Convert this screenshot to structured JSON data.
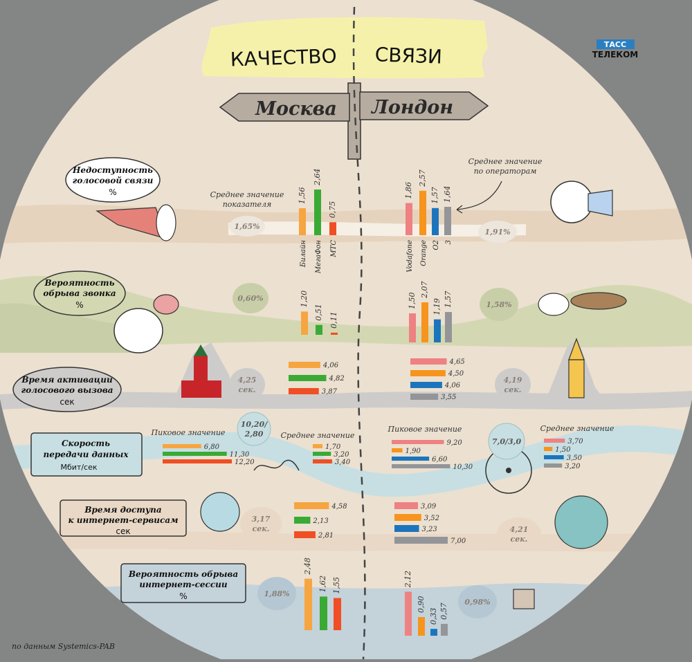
{
  "title_left": "КАЧЕСТВО",
  "title_right": "СВЯЗИ",
  "logo_top": "ТАСС",
  "logo_bottom": "ТЕЛЕКОМ",
  "sign_left": "Москва",
  "sign_right": "Лондон",
  "source_note": "по данным Systemics-PAB",
  "colors": {
    "bg": "#848585",
    "disc": "#ece0d0",
    "beeline": "#f7a540",
    "megafon": "#3aaa35",
    "mts": "#f04e24",
    "vodafone": "#ee8182",
    "orange": "#f7941d",
    "o2": "#1c75bc",
    "three": "#939598",
    "value_text": "#c7b9a9"
  },
  "chart_data": [
    {
      "type": "bar",
      "title": "Недоступность голосовой связи",
      "unit": "%",
      "moscow": {
        "categories": [
          "Билайн",
          "МегаФон",
          "МТС"
        ],
        "values": [
          1.56,
          2.64,
          0.75
        ],
        "labels": [
          "1,56",
          "2,64",
          "0,75"
        ],
        "average": "1,65%"
      },
      "london": {
        "categories": [
          "Vodafone",
          "Orange",
          "O2",
          "3"
        ],
        "values": [
          1.86,
          2.57,
          1.57,
          1.64
        ],
        "labels": [
          "1,86",
          "2,57",
          "1,57",
          "1,64"
        ],
        "average": "1,91%"
      },
      "annotations": [
        "Среднее значение показателя",
        "Среднее значение по операторам"
      ]
    },
    {
      "type": "bar",
      "title": "Вероятность обрыва звонка",
      "unit": "%",
      "moscow": {
        "values": [
          1.2,
          0.51,
          0.11
        ],
        "labels": [
          "1,20",
          "0,51",
          "0,11"
        ],
        "average": "0,60%"
      },
      "london": {
        "values": [
          1.5,
          2.07,
          1.19,
          1.57
        ],
        "labels": [
          "1,50",
          "2,07",
          "1,19",
          "1,57"
        ],
        "average": "1,58%"
      }
    },
    {
      "type": "bar",
      "title": "Время активации голосового вызова",
      "unit": "сек",
      "moscow": {
        "values": [
          4.06,
          4.82,
          3.87
        ],
        "labels": [
          "4,06",
          "4,82",
          "3,87"
        ],
        "average": "4,25 сек."
      },
      "london": {
        "values": [
          4.65,
          4.5,
          4.06,
          3.55
        ],
        "labels": [
          "4,65",
          "4,50",
          "4,06",
          "3,55"
        ],
        "average": "4,19 сек."
      }
    },
    {
      "type": "bar",
      "title": "Скорость передачи данных",
      "unit": "Мбит/сек",
      "moscow": {
        "peak_label": "Пиковое значение",
        "peak_values": [
          6.8,
          11.3,
          12.2
        ],
        "peak_labels": [
          "6,80",
          "11,30",
          "12,20"
        ],
        "avg_label": "Среднее значение",
        "avg_values": [
          1.7,
          3.2,
          3.4
        ],
        "avg_labels": [
          "1,70",
          "3,20",
          "3,40"
        ],
        "average": "10,20/ 2,80"
      },
      "london": {
        "peak_label": "Пиковое значение",
        "peak_values": [
          9.2,
          1.9,
          6.6,
          10.3
        ],
        "peak_labels": [
          "9,20",
          "1,90",
          "6,60",
          "10,30"
        ],
        "avg_label": "Среднее значение",
        "avg_values": [
          3.7,
          1.5,
          3.5,
          3.2
        ],
        "avg_labels": [
          "3,70",
          "1,50",
          "3,50",
          "3,20"
        ],
        "average": "7,0/3,0"
      }
    },
    {
      "type": "bar",
      "title": "Время доступа к интернет-сервисам",
      "unit": "сек",
      "moscow": {
        "values": [
          4.58,
          2.13,
          2.81
        ],
        "labels": [
          "4,58",
          "2,13",
          "2,81"
        ],
        "average": "3,17 сек."
      },
      "london": {
        "values": [
          3.09,
          3.52,
          3.23,
          7.0
        ],
        "labels": [
          "3,09",
          "3,52",
          "3,23",
          "7,00"
        ],
        "average": "4,21 сек."
      }
    },
    {
      "type": "bar",
      "title": "Вероятность обрыва интернет-сессии",
      "unit": "%",
      "moscow": {
        "values": [
          2.48,
          1.62,
          1.55
        ],
        "labels": [
          "2,48",
          "1,62",
          "1,55"
        ],
        "average": "1,88%"
      },
      "london": {
        "values": [
          2.12,
          0.9,
          0.33,
          0.57
        ],
        "labels": [
          "2,12",
          "0,90",
          "0,33",
          "0,57"
        ],
        "average": "0,98%"
      }
    }
  ]
}
